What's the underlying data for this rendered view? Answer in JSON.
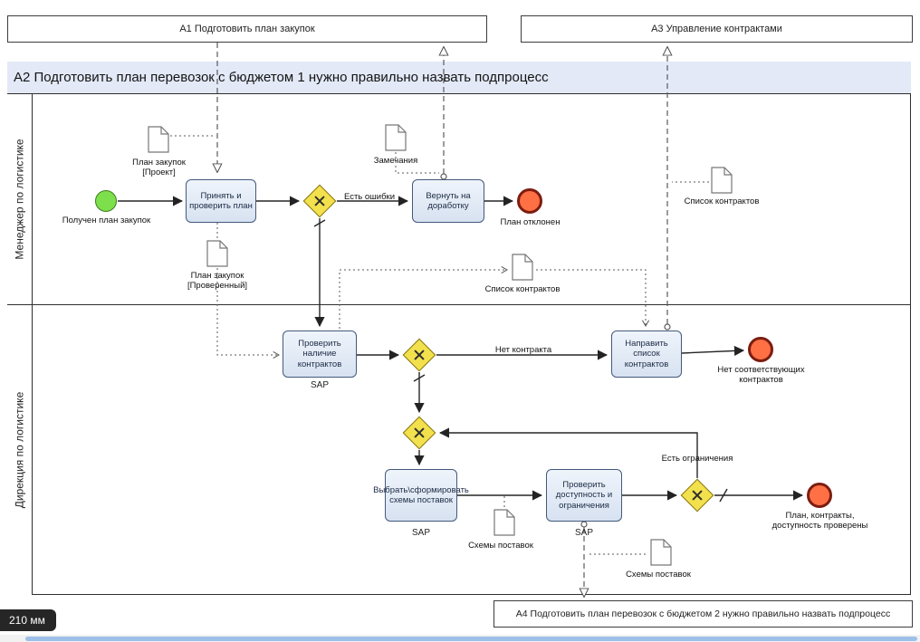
{
  "external": {
    "a1": "А1 Подготовить план закупок",
    "a3": "А3 Управление контрактами",
    "a4": "А4 Подготовить план перевозок с бюджетом 2 нужно правильно назвать подпроцесс"
  },
  "pool": {
    "title": "А2 Подготовить план перевозок с бюджетом 1 нужно правильно назвать подпроцесс",
    "lane1": "Менеджер по логистике",
    "lane2": "Дирекция по логистике"
  },
  "events": {
    "start": "Получен план закупок",
    "end_rejected": "План отклонен",
    "end_no_contracts": "Нет соответствующих контрактов",
    "end_verified": "План, контракты, доступность проверены"
  },
  "tasks": {
    "accept": "Принять и проверить план",
    "rework": "Вернуть на доработку",
    "check_contracts": "Проверить наличие контрактов",
    "send_list": "Направить список контрактов",
    "schemes": "Выбрать\\сформировать схемы поставок",
    "availability": "Проверить доступность и ограничения"
  },
  "docs": {
    "plan_draft": "План закупок [Проект]",
    "plan_verified": "План закупок [Проверенный]",
    "remarks": "Замечания",
    "contracts_list_top": "Список контрактов",
    "contracts_list_mid": "Список контрактов",
    "schemes_1": "Схемы поставок",
    "schemes_2": "Схемы поставок"
  },
  "labels": {
    "errors": "Есть ошибки",
    "no_contract": "Нет контракта",
    "restrictions": "Есть ограничения",
    "sap": "SAP"
  },
  "badge": {
    "text": "210 мм"
  },
  "colors": {
    "task_fill": "#d7e2f1",
    "task_border": "#44597c",
    "gateway_fill": "#f2e04d",
    "start_fill": "#7ddf4b",
    "end_fill": "#ff7045",
    "pool_header": "#e3e9f7"
  }
}
